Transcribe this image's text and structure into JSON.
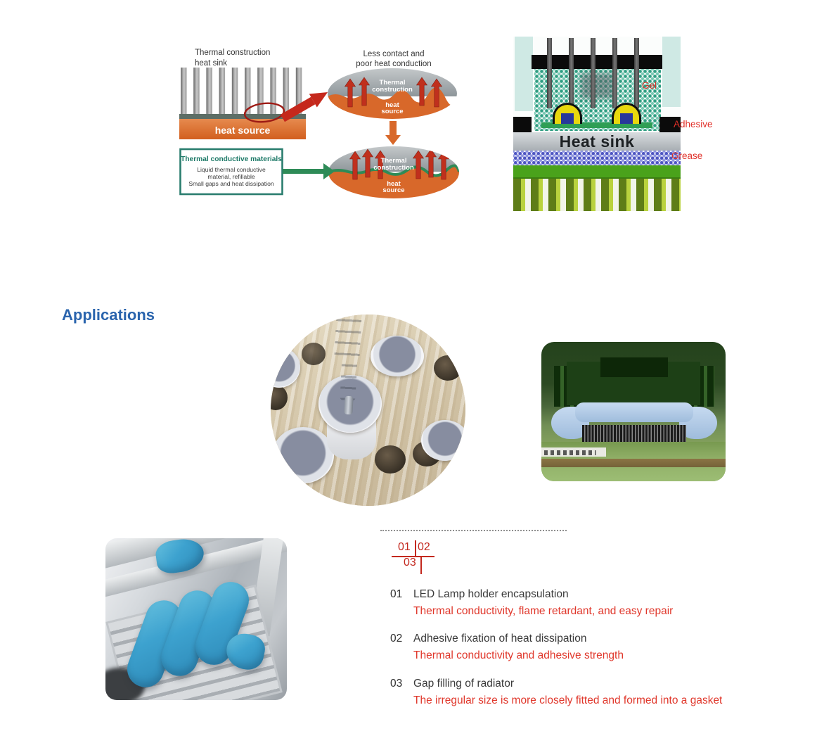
{
  "colors": {
    "accent_blue": "#2a64ad",
    "accent_red": "#e02f28",
    "marker_red": "#c3281e",
    "teal": "#2a7d6e",
    "orange": "#d96a2a"
  },
  "diagram": {
    "heatsink_label": {
      "line1": "Thermal construction",
      "line2": "heat sink"
    },
    "heat_source": "heat source",
    "problem_label": {
      "line1": "Less contact and",
      "line2": "poor heat conduction"
    },
    "interface_top": {
      "line1": "Thermal",
      "line2": "construction"
    },
    "interface_bottom": {
      "line1": "heat",
      "line2": "source"
    },
    "solution_box": {
      "title": "Thermal conductive materials",
      "line1": "Liquid thermal conductive",
      "line2": "material, refillable",
      "line3": "Small gaps and heat dissipation"
    }
  },
  "schematic": {
    "heat_sink": "Heat sink",
    "gel": "Gel",
    "adhesive": "Adhesive",
    "grease": "Grease"
  },
  "applications": {
    "heading": "Applications",
    "marker": {
      "n1": "01",
      "n2": "02",
      "n3": "03"
    },
    "items": [
      {
        "num": "01",
        "title": "LED Lamp holder encapsulation",
        "desc": "Thermal conductivity, flame retardant, and easy repair"
      },
      {
        "num": "02",
        "title": "Adhesive fixation of heat dissipation",
        "desc": "Thermal conductivity and adhesive strength"
      },
      {
        "num": "03",
        "title": "Gap filling of radiator",
        "desc": "The irregular size is more closely fitted and formed into a gasket"
      }
    ]
  }
}
